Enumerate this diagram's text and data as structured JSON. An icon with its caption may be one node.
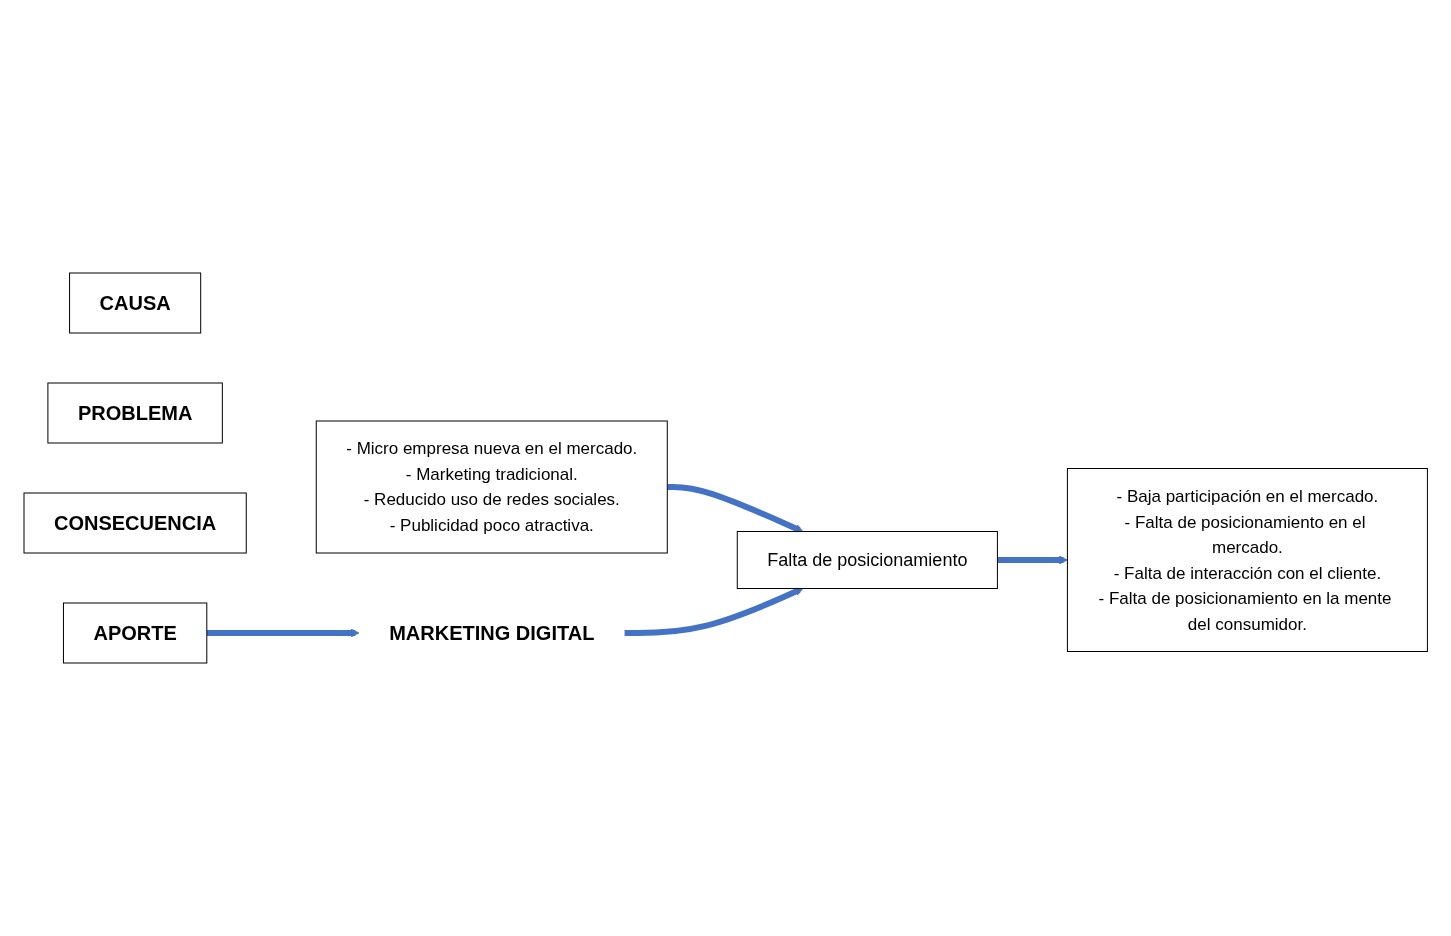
{
  "diagram": {
    "nodes": [
      {
        "text": [
          "CAUSA"
        ]
      },
      {
        "text": [
          "PROBLEMA"
        ]
      },
      {
        "text": [
          "CONSECUENCIA"
        ]
      },
      {
        "text": [
          "- Micro empresa nueva en el mercado.",
          "- Marketing tradicional.",
          "- Reducido uso de redes sociales.",
          "- Publicidad poco atractiva."
        ]
      },
      {
        "text": [
          "Falta de posicionamiento"
        ]
      },
      {
        "text": [
          "- Baja participación en el mercado.",
          "- Falta de posicionamiento en el mercado.",
          "- Falta de interacción con el cliente.",
          "- Falta de posicionamiento en la mente del consumidor."
        ]
      },
      {
        "text": [
          "MARKETING DIGITAL"
        ]
      },
      {
        "text": [
          "APORTE"
        ]
      }
    ],
    "edges": [
      {
        "from": 3,
        "to": 4,
        "arrow": "to"
      },
      {
        "from": 4,
        "to": 5,
        "arrow": "to"
      },
      {
        "from": 6,
        "to": 4,
        "arrow": "to"
      },
      {
        "from": 7,
        "to": 6,
        "arrow": "to"
      }
    ]
  }
}
